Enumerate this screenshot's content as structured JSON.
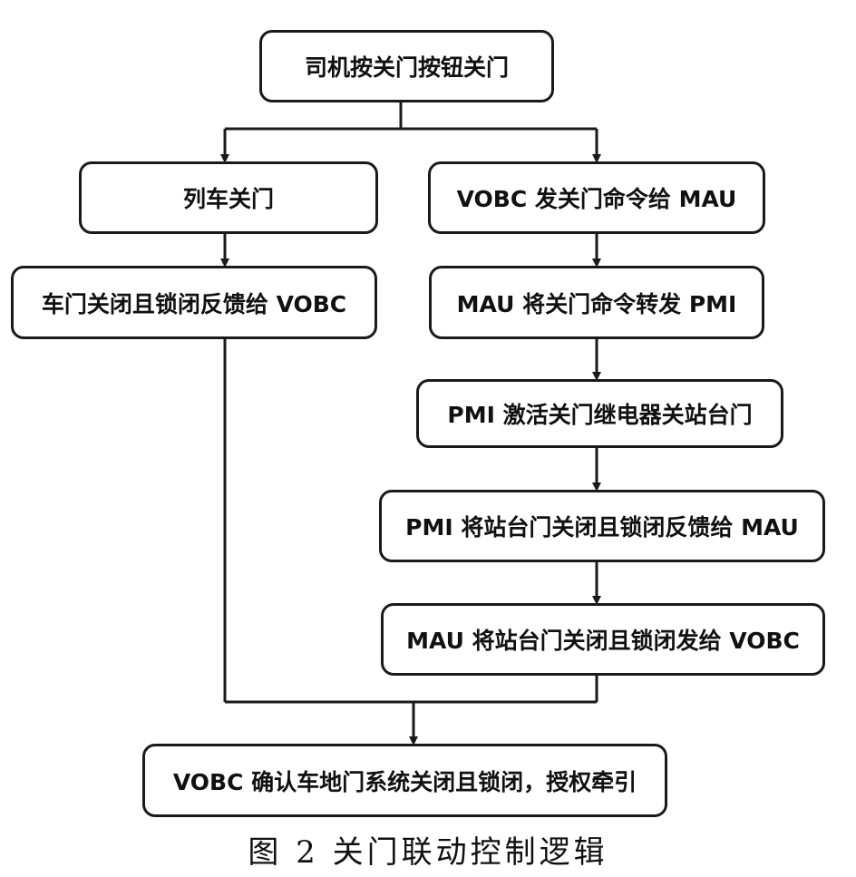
{
  "diagram": {
    "nodes": {
      "driver_close": "司机按关门按钮关门",
      "train_close": "列车关门",
      "vobc_cmd": "VOBC 发关门命令给 MAU",
      "door_feedback": "车门关闭且锁闭反馈给 VOBC",
      "mau_forward": "MAU 将关门命令转发 PMI",
      "pmi_activate": "PMI 激活关门继电器关站台门",
      "pmi_feedback": "PMI 将站台门关闭且锁闭反馈给 MAU",
      "mau_send": "MAU 将站台门关闭且锁闭发给 VOBC",
      "vobc_confirm": "VOBC 确认车地门系统关闭且锁闭，授权牵引"
    },
    "edges": [
      [
        "driver_close",
        "train_close"
      ],
      [
        "driver_close",
        "vobc_cmd"
      ],
      [
        "train_close",
        "door_feedback"
      ],
      [
        "vobc_cmd",
        "mau_forward"
      ],
      [
        "mau_forward",
        "pmi_activate"
      ],
      [
        "pmi_activate",
        "pmi_feedback"
      ],
      [
        "pmi_feedback",
        "mau_send"
      ],
      [
        "door_feedback",
        "vobc_confirm"
      ],
      [
        "mau_send",
        "vobc_confirm"
      ]
    ],
    "line_color": "#1a1a1a"
  },
  "caption": "图 2  关门联动控制逻辑"
}
